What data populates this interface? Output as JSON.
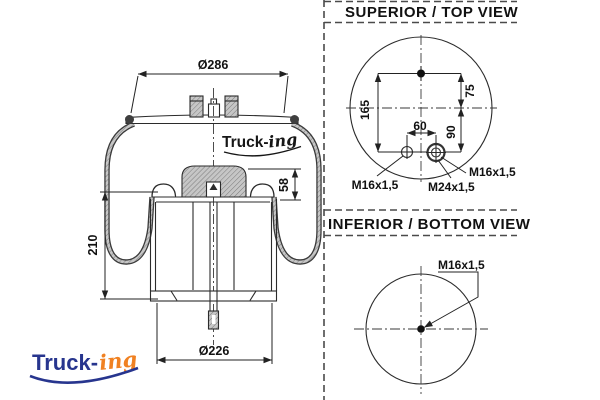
{
  "titles": {
    "top_view": "SUPERIOR / TOP VIEW",
    "bottom_view": "INFERIOR / BOTTOM VIEW"
  },
  "side_view": {
    "dim_top_diameter": "Ø286",
    "dim_bottom_diameter": "Ø226",
    "dim_piston_height": "210",
    "dim_bumper_height": "58",
    "logo_bold": "Truck-",
    "logo_script": "ing"
  },
  "top_view": {
    "dim_total_depth": "165",
    "dim_front_offset": "75",
    "dim_rear_offset": "90",
    "dim_stud_spacing": "60",
    "label_left_stud": "M16x1,5",
    "label_right_stud": "M16x1,5",
    "label_air_fitting": "M24x1,5"
  },
  "bottom_view": {
    "label_center_stud": "M16x1,5"
  },
  "brand": {
    "logo_bold": "Truck-",
    "logo_script": "ing",
    "navy": "#27358e",
    "orange": "#f08122"
  }
}
